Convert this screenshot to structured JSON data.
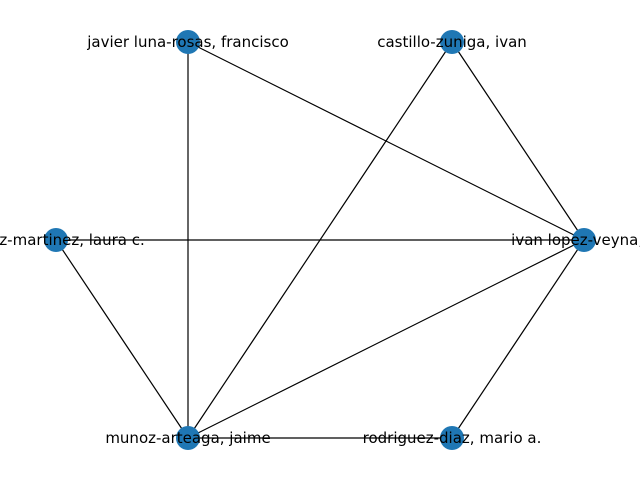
{
  "graph": {
    "node_color": "#1f77b4",
    "edge_color": "#000000",
    "nodes": [
      {
        "id": "luna",
        "label": "javier luna-rosas, francisco"
      },
      {
        "id": "castillo",
        "label": "castillo-zuniga, ivan"
      },
      {
        "id": "martinez",
        "label": "lopez-martinez, laura c."
      },
      {
        "id": "veyna",
        "label": "ivan lopez-veyna, j."
      },
      {
        "id": "munoz",
        "label": "munoz-arteaga, jaime"
      },
      {
        "id": "rodriguez",
        "label": "rodriguez-diaz, mario a."
      }
    ],
    "edges": [
      [
        "luna",
        "munoz"
      ],
      [
        "luna",
        "veyna"
      ],
      [
        "castillo",
        "munoz"
      ],
      [
        "castillo",
        "veyna"
      ],
      [
        "martinez",
        "veyna"
      ],
      [
        "martinez",
        "munoz"
      ],
      [
        "munoz",
        "veyna"
      ],
      [
        "munoz",
        "rodriguez"
      ],
      [
        "rodriguez",
        "veyna"
      ]
    ]
  }
}
